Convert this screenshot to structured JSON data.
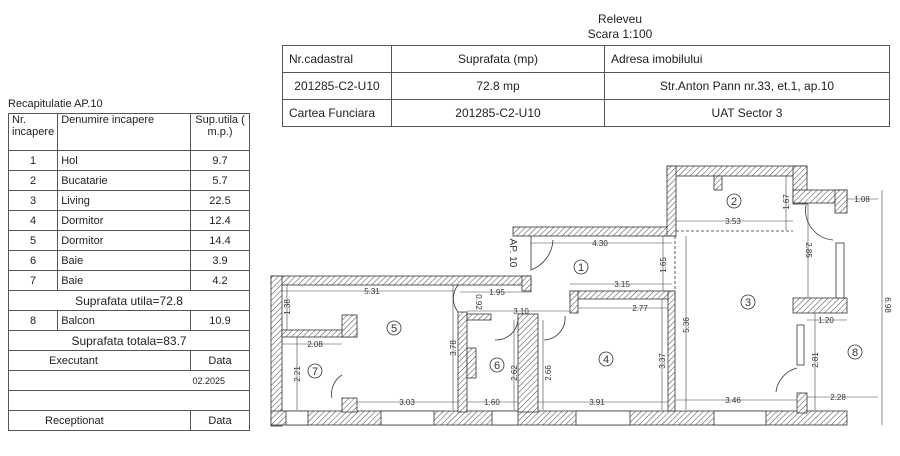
{
  "header": {
    "title": "Releveu",
    "scale": "Scara 1:100"
  },
  "info_table": {
    "headers": [
      "Nr.cadastral",
      "Suprafata (mp)",
      "Adresa imobilului"
    ],
    "row1": [
      "201285-C2-U10",
      "72.8 mp",
      "Str.Anton Pann nr.33, et.1, ap.10"
    ],
    "row2": [
      "Cartea Funciara",
      "201285-C2-U10",
      "UAT  Sector 3"
    ]
  },
  "recap": {
    "title": "Recapitulatie AP.10",
    "headers": {
      "nr": "Nr. incapere",
      "name": "Denumire incapere",
      "area": "Sup.utila ( m.p.)"
    },
    "rooms": [
      {
        "nr": "1",
        "name": "Hol",
        "area": "9.7"
      },
      {
        "nr": "2",
        "name": "Bucatarie",
        "area": "5.7"
      },
      {
        "nr": "3",
        "name": "Living",
        "area": "22.5"
      },
      {
        "nr": "4",
        "name": "Dormitor",
        "area": "12.4"
      },
      {
        "nr": "5",
        "name": "Dormitor",
        "area": "14.4"
      },
      {
        "nr": "6",
        "name": "Baie",
        "area": "3.9"
      },
      {
        "nr": "7",
        "name": "Baie",
        "area": "4.2"
      }
    ],
    "useful_total": "Suprafata utila=72.8",
    "balcony": {
      "nr": "8",
      "name": "Balcon",
      "area": "10.9"
    },
    "grand_total": "Suprafata totala=83.7",
    "executant": "Executant",
    "data": "Data",
    "date": "02.2025",
    "receptionat": "Receptionat",
    "data2": "Data"
  },
  "plan": {
    "apartment_label": "AP. 10",
    "rooms": [
      "1",
      "2",
      "3",
      "4",
      "5",
      "6",
      "7",
      "8"
    ],
    "dims": [
      "4.30",
      "1.65",
      "3.15",
      "5.31",
      "1.95",
      "0.92",
      "3.10",
      "2.77",
      "1.38",
      "2.08",
      "3.78",
      "2.21",
      "2.62",
      "2.66",
      "3.37",
      "5.36",
      "3.03",
      "1.60",
      "3.91",
      "3.53",
      "1.67",
      "2.85",
      "1.08",
      "1.20",
      "6.98",
      "2.81",
      "3.46",
      "2.28"
    ]
  }
}
